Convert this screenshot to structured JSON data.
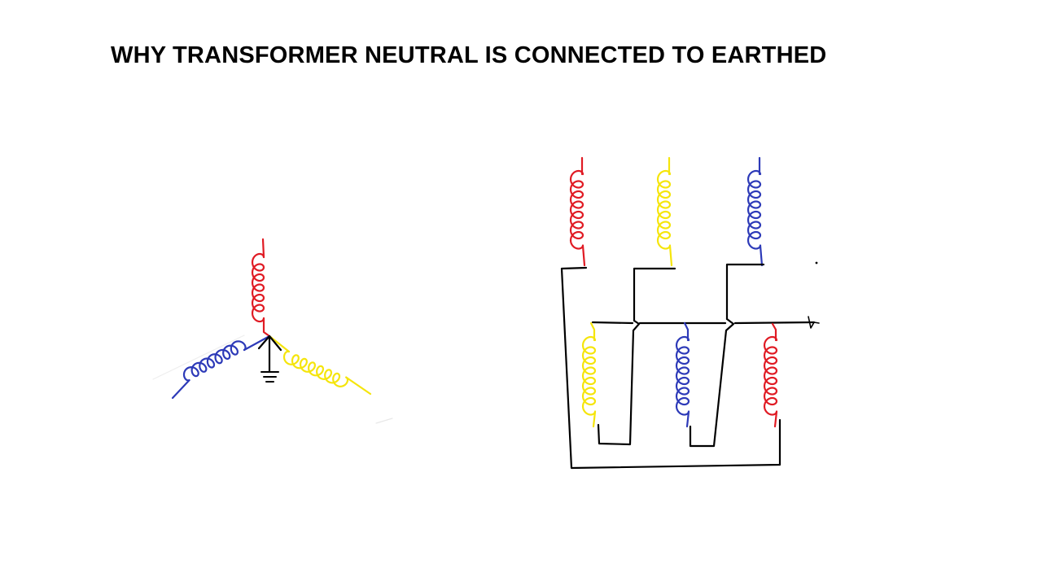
{
  "title": "WHY TRANSFORMER NEUTRAL IS CONNECTED TO EARTHED",
  "colors": {
    "background": "#ffffff",
    "text": "#000000",
    "wire": "#000000",
    "phase_red": "#e01b24",
    "phase_yellow": "#f5e50c",
    "phase_blue": "#2d3ab8"
  },
  "figures": [
    {
      "id": "star-connection",
      "description_icon": "star-winding-with-earth-icon"
    },
    {
      "id": "three-phase-winding-connection",
      "description_icon": "winding-wiring-icon"
    }
  ]
}
